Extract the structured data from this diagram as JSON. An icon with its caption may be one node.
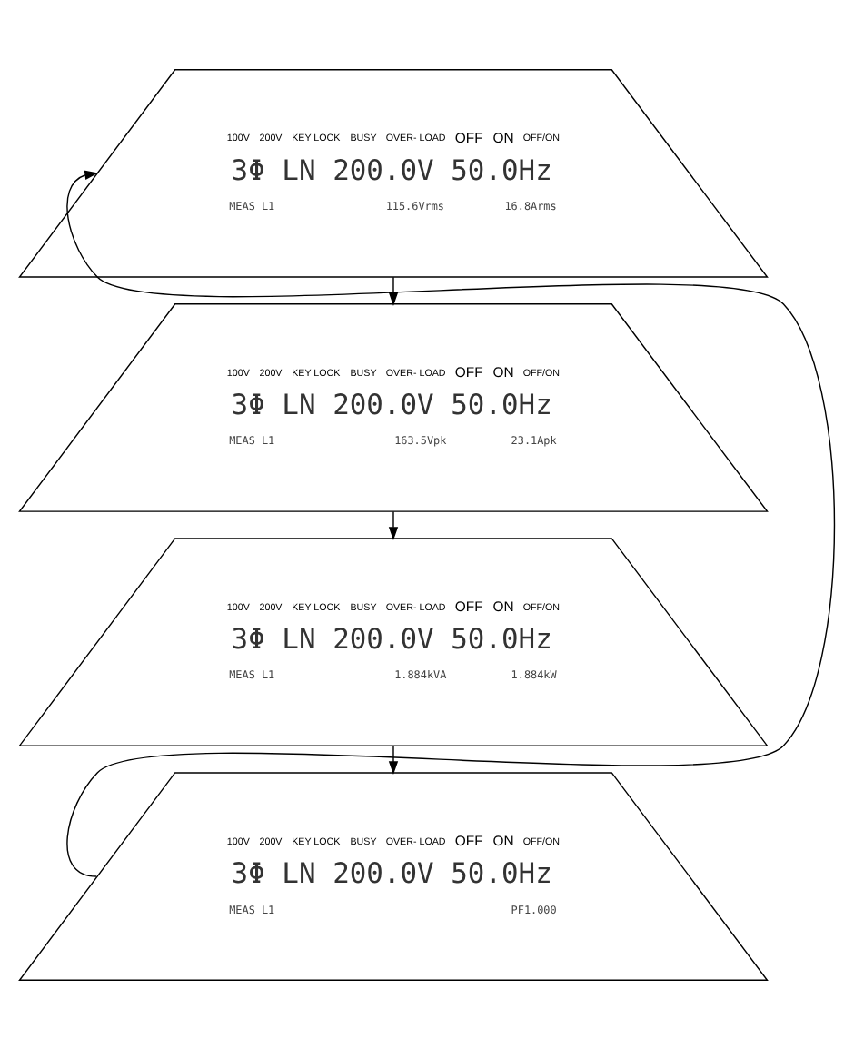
{
  "diagram": {
    "nodes": [
      {
        "text": [
          "100V",
          "200V",
          "KEY LOCK",
          "BUSY",
          "OVER- LOAD",
          "OFF",
          "ON",
          "OFF/ON",
          "3Φ LN 200.0V 50.0Hz",
          "MEAS L1",
          "115.6Vrms",
          "16.8Arms"
        ]
      },
      {
        "text": [
          "100V",
          "200V",
          "KEY LOCK",
          "BUSY",
          "OVER- LOAD",
          "OFF",
          "ON",
          "OFF/ON",
          "3Φ LN 200.0V 50.0Hz",
          "MEAS L1",
          "163.5Vpk",
          "23.1Apk"
        ]
      },
      {
        "text": [
          "100V",
          "200V",
          "KEY LOCK",
          "BUSY",
          "OVER- LOAD",
          "OFF",
          "ON",
          "OFF/ON",
          "3Φ LN 200.0V 50.0Hz",
          "MEAS L1",
          "1.884kVA",
          "1.884kW"
        ]
      },
      {
        "text": [
          "100V",
          "200V",
          "KEY LOCK",
          "BUSY",
          "OVER- LOAD",
          "OFF",
          "ON",
          "OFF/ON",
          "3Φ LN 200.0V 50.0Hz",
          "MEAS L1",
          "PF1.000"
        ]
      }
    ],
    "edges": [
      {
        "from": 0,
        "to": 1,
        "arrow": "to"
      },
      {
        "from": 1,
        "to": 2,
        "arrow": "to"
      },
      {
        "from": 2,
        "to": 3,
        "arrow": "to"
      },
      {
        "from": 3,
        "to": 0,
        "arrow": "to"
      }
    ]
  }
}
